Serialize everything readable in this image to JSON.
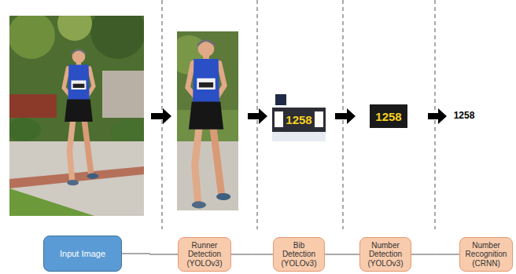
{
  "diagram": {
    "nodes": [
      {
        "text": [
          "Input Image"
        ]
      },
      {
        "text": [
          "Runner Detection (YOLOv3)"
        ]
      },
      {
        "text": [
          "Bib Detection (YOLOv3)"
        ]
      },
      {
        "text": [
          "Number Detection (YOLOv3)"
        ]
      },
      {
        "text": [
          "Number Recognition (CRNN)"
        ]
      }
    ],
    "edges": [
      {
        "from": 0,
        "to": 1,
        "arrow": "none"
      },
      {
        "from": 1,
        "to": 2,
        "arrow": "none"
      },
      {
        "from": 2,
        "to": 3,
        "arrow": "none"
      },
      {
        "from": 3,
        "to": 4,
        "arrow": "none"
      }
    ],
    "labels": [
      "1258",
      "1258",
      "1258"
    ]
  }
}
